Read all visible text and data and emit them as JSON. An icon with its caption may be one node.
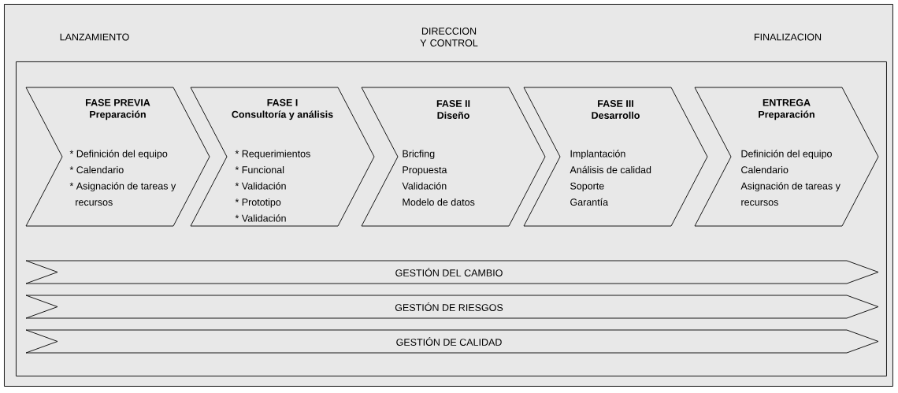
{
  "diagram": {
    "nodes": [
      {
        "text": [
          "LANZAMIENTO",
          "DIRECCION Y CONTROL",
          "FINALIZACION"
        ]
      },
      {
        "text": [],
        "shape": "box",
        "in": 0
      },
      {
        "text": [
          "FASE PREVIA",
          "Preparación",
          "* Definición del equipo",
          "* Calendario",
          "* Asignación de tareas y recursos"
        ],
        "in": 1
      },
      {
        "text": [
          "FASE I",
          "Consultoría y análisis",
          "* Requerimientos",
          "* Funcional",
          "* Validación",
          "* Prototipo",
          "* Validación"
        ],
        "in": 1
      },
      {
        "text": [
          "FASE II",
          "Diseño",
          "Bricfing",
          "Propuesta",
          "Validación",
          "Modelo de datos"
        ],
        "in": 1
      },
      {
        "text": [
          "FASE III",
          "Desarrollo",
          "Implantación",
          "Análisis de calidad",
          "Soporte",
          "Garantía"
        ],
        "in": 1
      },
      {
        "text": [
          "ENTREGA",
          "Preparación",
          "Definición del equipo",
          "Calendario",
          "Asignación de tareas y recursos"
        ],
        "in": 1
      },
      {
        "text": [
          "GESTIÓN DEL CAMBIO"
        ],
        "in": 1
      },
      {
        "text": [
          "GESTIÓN DE RIESGOS"
        ],
        "in": 1
      },
      {
        "text": [
          "GESTIÓN DE CALIDAD"
        ],
        "in": 1
      }
    ]
  }
}
